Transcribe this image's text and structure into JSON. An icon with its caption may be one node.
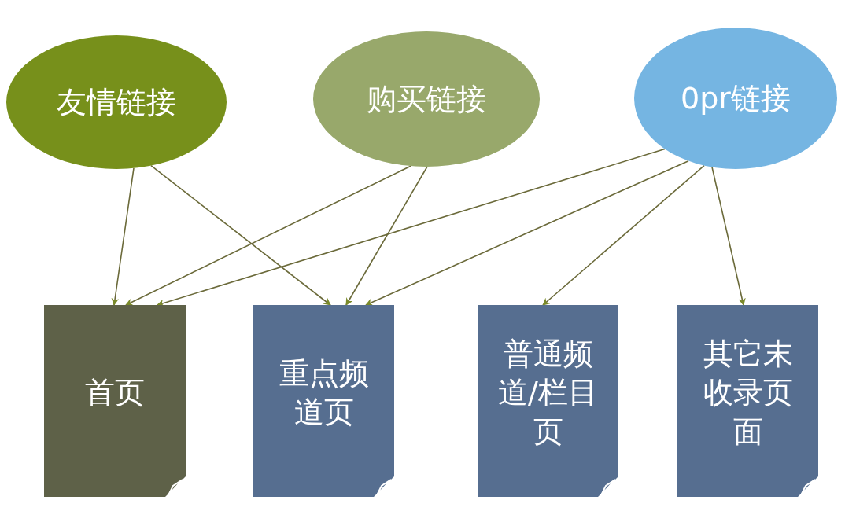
{
  "diagram": {
    "nodes": [
      {
        "text": [
          "友情链接"
        ]
      },
      {
        "text": [
          "购买链接"
        ]
      },
      {
        "text": [
          "0pr链接"
        ]
      },
      {
        "text": [
          "首页"
        ]
      },
      {
        "text": [
          "重点频道页"
        ]
      },
      {
        "text": [
          "普通频道/栏目页"
        ]
      },
      {
        "text": [
          "其它末收录页面"
        ]
      }
    ],
    "edges": [
      {
        "from": 0,
        "to": 3,
        "arrow": "to"
      },
      {
        "from": 0,
        "to": 4,
        "arrow": "to"
      },
      {
        "from": 1,
        "to": 3,
        "arrow": "to"
      },
      {
        "from": 1,
        "to": 4,
        "arrow": "to"
      },
      {
        "from": 2,
        "to": 3,
        "arrow": "to"
      },
      {
        "from": 2,
        "to": 4,
        "arrow": "to"
      },
      {
        "from": 2,
        "to": 5,
        "arrow": "to"
      },
      {
        "from": 2,
        "to": 6,
        "arrow": "to"
      }
    ]
  }
}
